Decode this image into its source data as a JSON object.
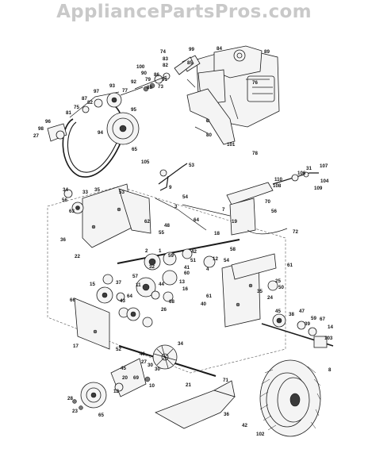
{
  "watermark": "AppliancePartsPros.com",
  "callouts": [
    "74",
    "99",
    "83",
    "84",
    "89",
    "82",
    "85",
    "76",
    "100",
    "90",
    "86",
    "91",
    "88",
    "73",
    "97",
    "93",
    "92",
    "79",
    "77",
    "87",
    "82",
    "75",
    "81",
    "96",
    "95",
    "94",
    "98",
    "27",
    "65",
    "80",
    "101",
    "78",
    "105",
    "53",
    "9",
    "107",
    "104",
    "109",
    "106",
    "31",
    "110",
    "108",
    "34",
    "33",
    "56",
    "35",
    "53",
    "63",
    "54",
    "70",
    "3",
    "7",
    "56",
    "62",
    "64",
    "19",
    "18",
    "36",
    "22",
    "72",
    "55",
    "48",
    "2",
    "1",
    "32",
    "42",
    "51",
    "60",
    "59",
    "58",
    "54",
    "4",
    "12",
    "61",
    "15",
    "16",
    "37",
    "57",
    "11",
    "64",
    "44",
    "43",
    "13",
    "25",
    "50",
    "35",
    "24",
    "61",
    "40",
    "66",
    "68",
    "26",
    "45",
    "47",
    "38",
    "59",
    "39",
    "67",
    "17",
    "14",
    "103",
    "52",
    "30",
    "34",
    "10",
    "45",
    "46",
    "71",
    "28",
    "36",
    "21",
    "42",
    "41",
    "102",
    "23",
    "8",
    "12",
    "69",
    "30",
    "27",
    "20",
    "65"
  ]
}
